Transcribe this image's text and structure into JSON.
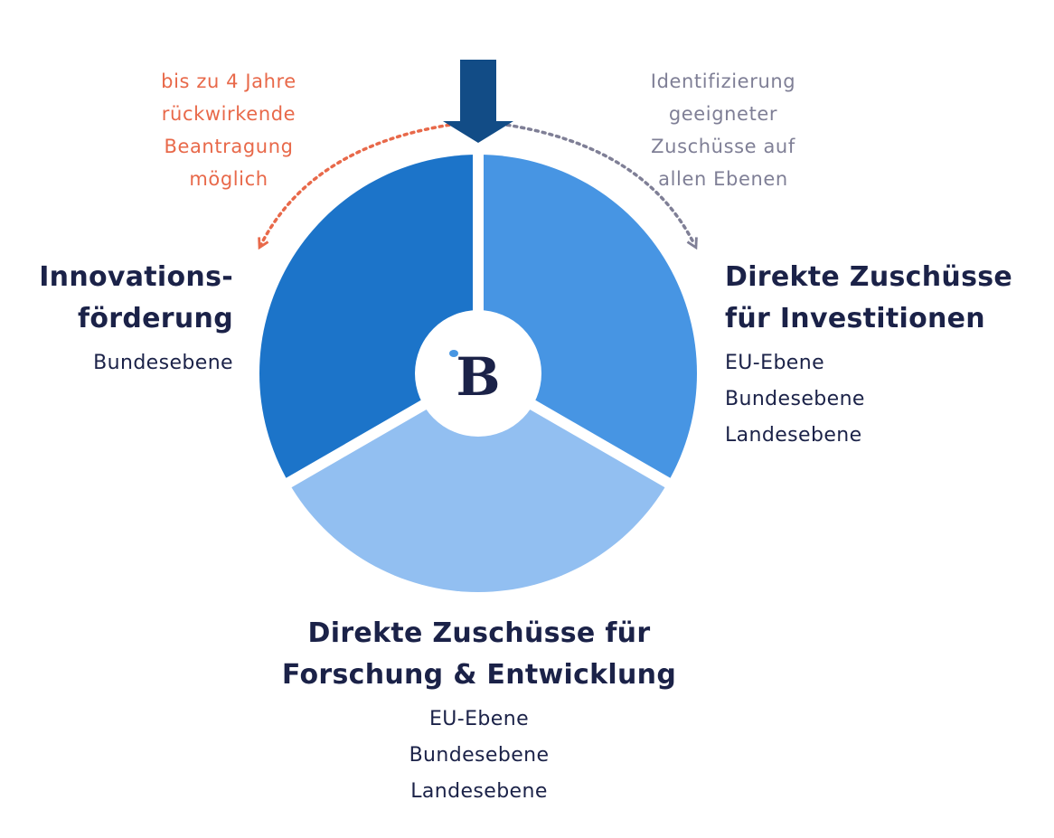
{
  "colors": {
    "segment_innovation": "#1c74c9",
    "segment_investments": "#4795e3",
    "segment_research": "#92bff1",
    "arrow": "#124c86",
    "annotation_retro": "#e8694a",
    "annotation_identify": "#7f7f96",
    "text_dark": "#1b2248",
    "logo_dot": "#4796e3"
  },
  "icons": {
    "top_arrow": "arrow-down-icon",
    "logo": "b-logo-icon"
  },
  "logo": {
    "letter": "B"
  },
  "segments": {
    "innovation": {
      "heading_line1": "Innovations-",
      "heading_line2": "förderung",
      "levels": [
        "Bundesebene"
      ]
    },
    "investments": {
      "heading_line1": "Direkte Zuschüsse",
      "heading_line2": "für Investitionen",
      "levels": [
        "EU-Ebene",
        "Bundesebene",
        "Landesebene"
      ]
    },
    "research": {
      "heading_line1": "Direkte Zuschüsse für",
      "heading_line2": "Forschung & Entwicklung",
      "levels": [
        "EU-Ebene",
        "Bundesebene",
        "Landesebene"
      ]
    }
  },
  "annotations": {
    "retroactive": [
      "bis zu 4 Jahre",
      "rückwirkende",
      "Beantragung",
      "möglich"
    ],
    "identification": [
      "Identifizierung",
      "geeigneter",
      "Zuschüsse auf",
      "allen Ebenen"
    ]
  }
}
